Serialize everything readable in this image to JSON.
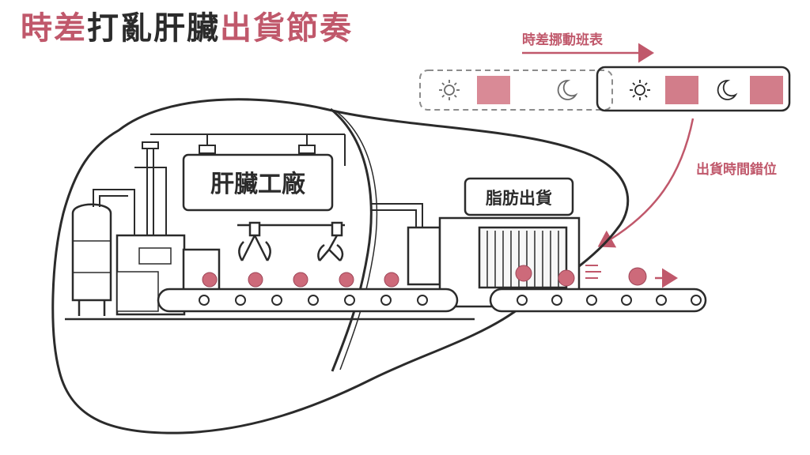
{
  "title": {
    "part1": "時差",
    "part2": "打亂肝臟",
    "part3": "出貨節奏"
  },
  "schedule": {
    "label": "時差挪動班表",
    "shifted_label": "出貨時間錯位",
    "day_icon": "sun-icon",
    "night_icon": "moon-icon"
  },
  "factory": {
    "sign": "肝臟工廠",
    "shipping_sign": "脂肪出貨"
  },
  "colors": {
    "accent": "#c0586b",
    "block": "#d27d8a",
    "line": "#2b2b2b"
  }
}
